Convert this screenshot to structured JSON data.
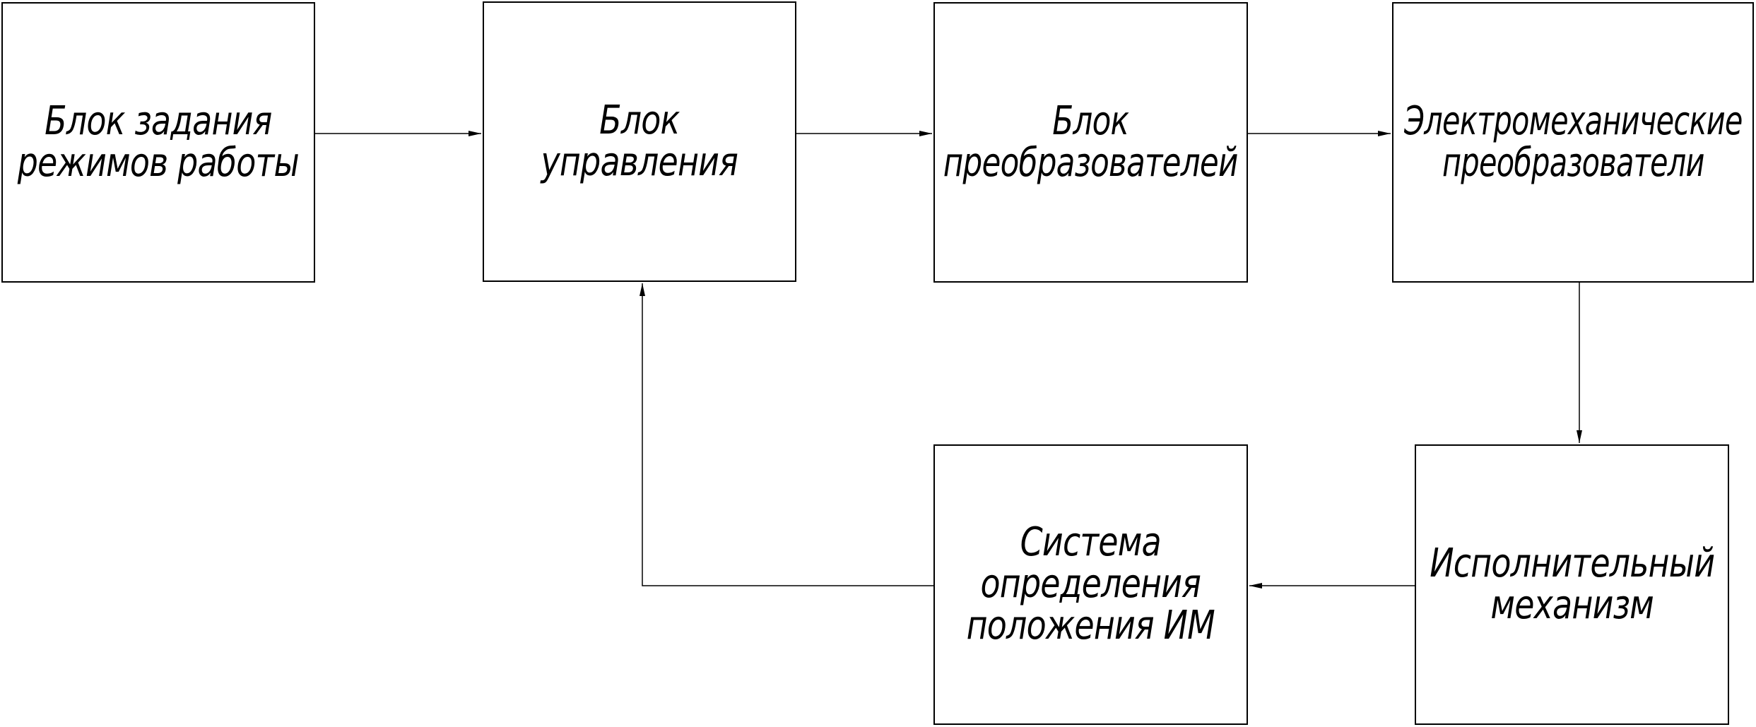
{
  "blocks": {
    "mode_setting": {
      "line1": "Блок задания",
      "line2": "режимов работы"
    },
    "control": {
      "line1": "Блок",
      "line2": "управления"
    },
    "converters": {
      "line1": "Блок",
      "line2": "преобразователей"
    },
    "electromech": {
      "line1": "Электромеханические",
      "line2": "преобразователи"
    },
    "actuator": {
      "line1": "Исполнительный",
      "line2": "механизм"
    },
    "position_system": {
      "line1": "Система",
      "line2": "определения",
      "line3": "положения ИМ"
    }
  },
  "colors": {
    "line": "#000000",
    "background": "#ffffff"
  }
}
